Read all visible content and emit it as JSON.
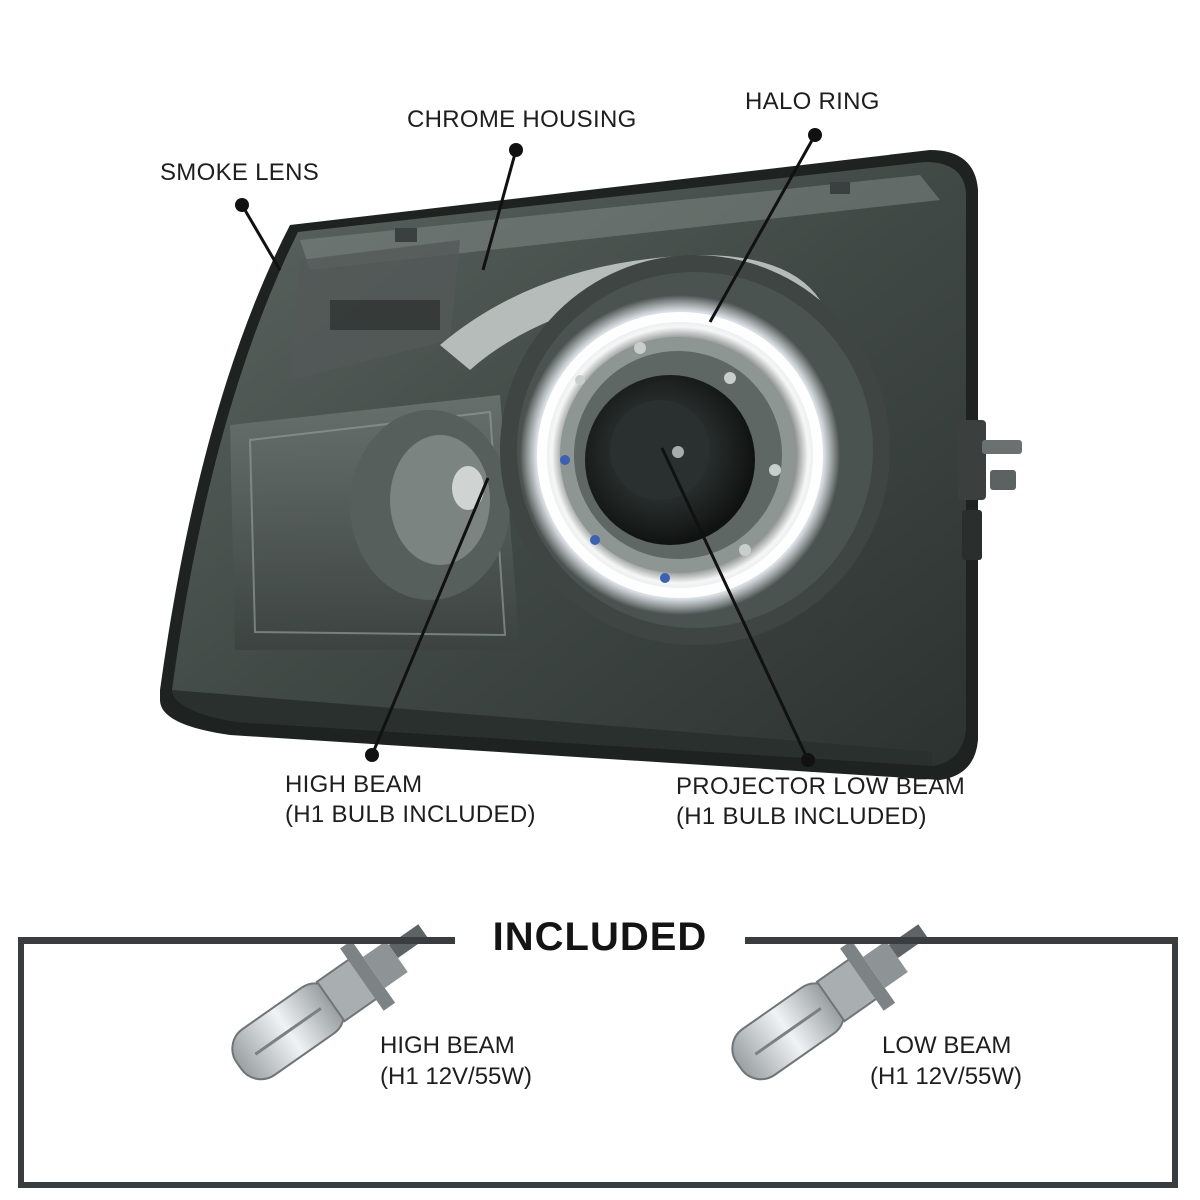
{
  "callouts": {
    "smoke_lens": "SMOKE LENS",
    "chrome_housing": "CHROME HOUSING",
    "halo_ring": "HALO RING",
    "high_beam": {
      "line1": "HIGH BEAM",
      "line2": "(H1 BULB INCLUDED)"
    },
    "projector_low_beam": {
      "line1": "PROJECTOR LOW BEAM",
      "line2": "(H1 BULB INCLUDED)"
    }
  },
  "included": {
    "title": "INCLUDED",
    "items": [
      {
        "line1": "HIGH BEAM",
        "line2": "(H1 12V/55W)"
      },
      {
        "line1": "LOW BEAM",
        "line2": "(H1 12V/55W)"
      }
    ]
  },
  "colors": {
    "frame": "#3a3d3f",
    "halo": "#ffffff",
    "lens_tint": "#4a5250"
  }
}
